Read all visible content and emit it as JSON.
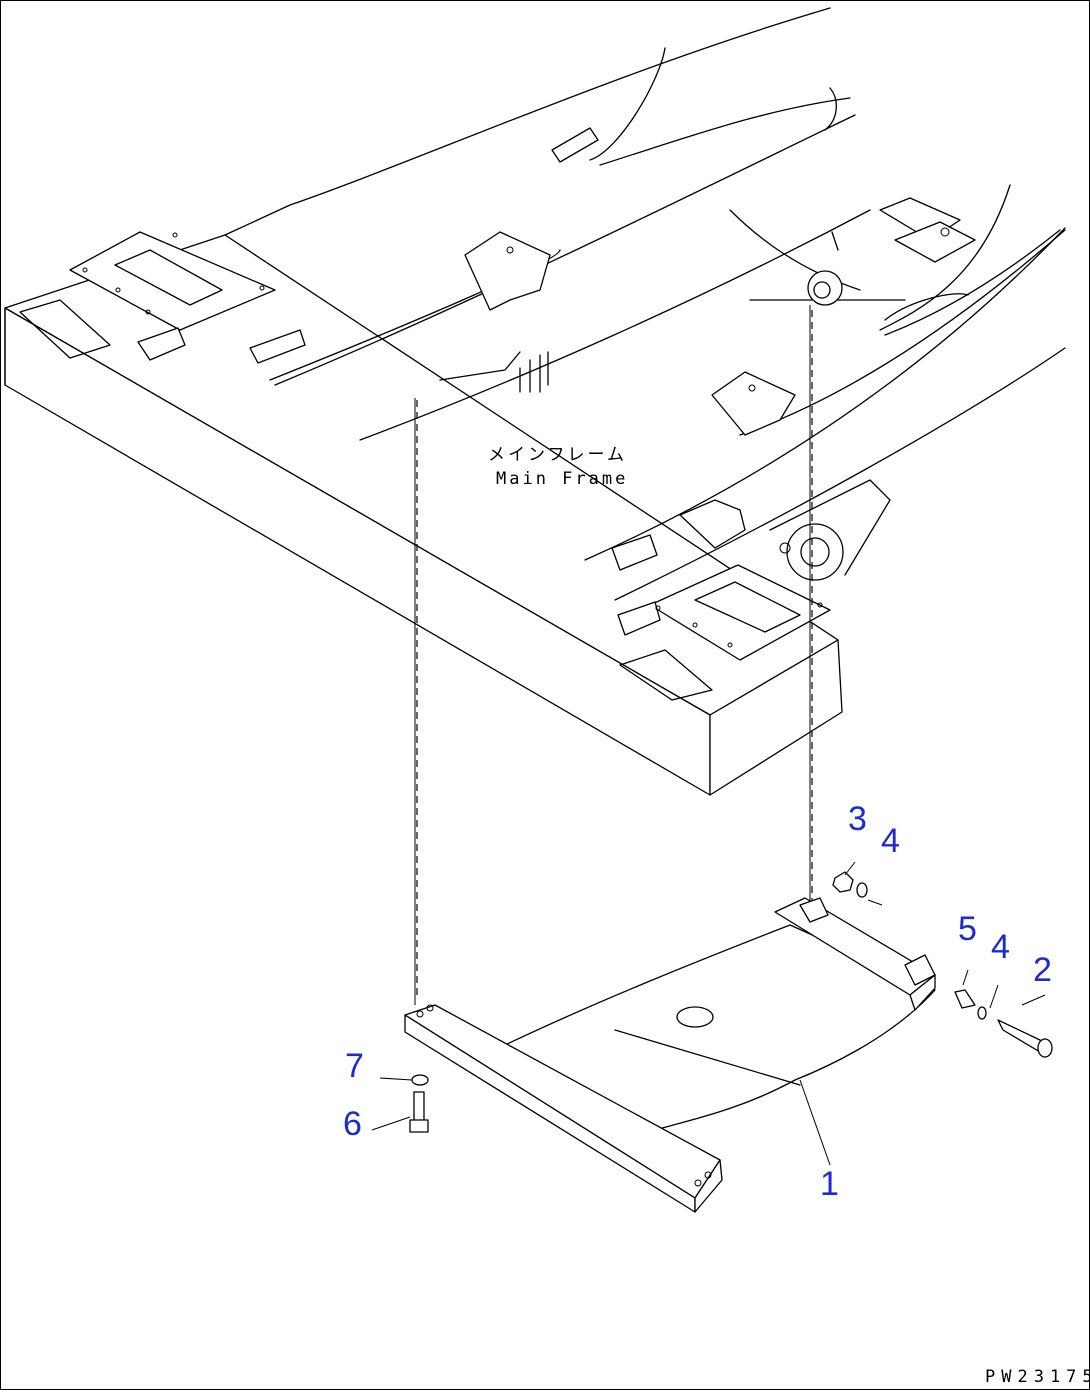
{
  "diagram": {
    "frame_label_jp": "メインフレーム",
    "frame_label_en": "Main Frame",
    "drawing_code": "PW23175",
    "callouts": [
      "1",
      "2",
      "3",
      "4",
      "4",
      "5",
      "6",
      "7"
    ],
    "callout_color": "#1a2bd0",
    "line_color": "#000000"
  }
}
